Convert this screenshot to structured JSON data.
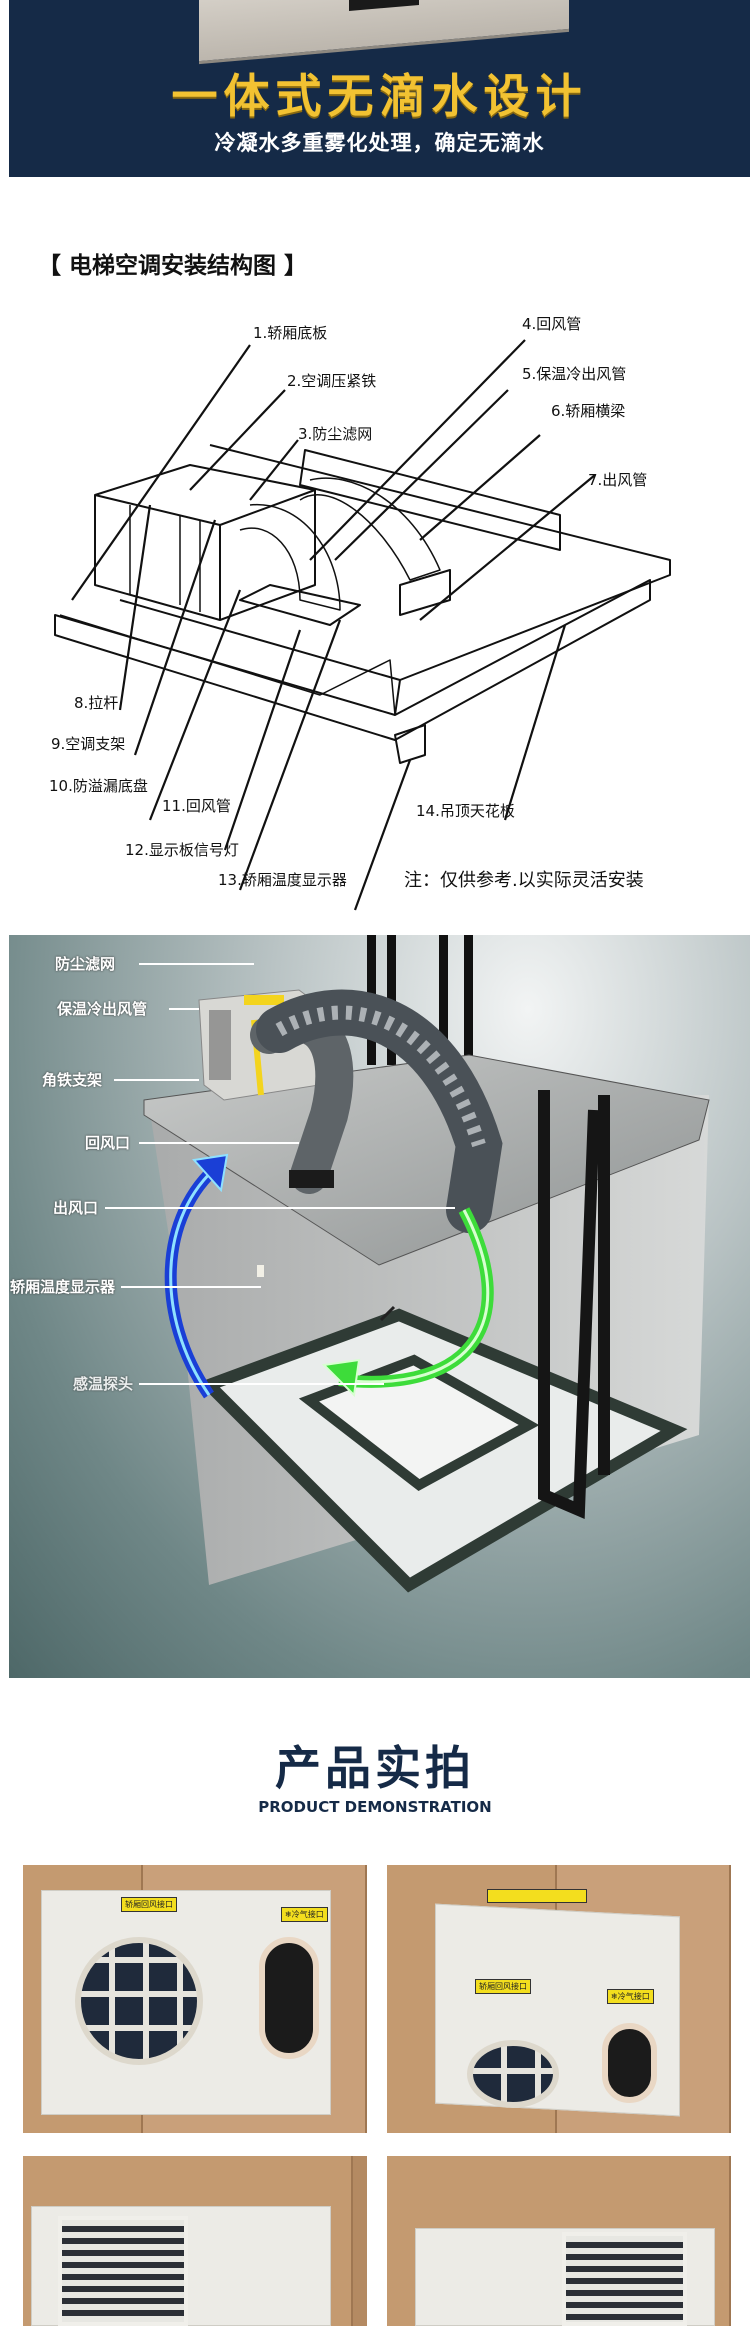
{
  "banner": {
    "title": "一体式无滴水设计",
    "subtitle": "冷凝水多重雾化处理，确定无滴水",
    "colors": {
      "background": "#152a47",
      "title": "#f2c232",
      "subtitle": "#ffffff"
    }
  },
  "diagram": {
    "title": "【 电梯空调安装结构图 】",
    "labels": [
      "1.轿厢底板",
      "2.空调压紧铁",
      "3.防尘滤网",
      "4.回风管",
      "5.保温冷出风管",
      "6.轿厢横梁",
      "7.出风管",
      "8.拉杆",
      "9.空调支架",
      "10.防溢漏底盘",
      "11.回风管",
      "12.显示板信号灯",
      "13.轿厢温度显示器",
      "14.吊顶天花板"
    ],
    "note": "注：仅供参考.以实际灵活安装"
  },
  "scene": {
    "labels": [
      "防尘滤网",
      "保温冷出风管",
      "角铁支架",
      "回风口",
      "出风口",
      "轿厢温度显示器",
      "感温探头"
    ],
    "colors": {
      "return_arrow": "#1a3fd6",
      "supply_arrow": "#3ddc3a"
    }
  },
  "product": {
    "title": "产品实拍",
    "subtitle": "PRODUCT DEMONSTRATION",
    "color": "#152a47",
    "photo_tags": {
      "return_port": "轿厢回风接口",
      "cold_port": "❄冷气接口"
    }
  }
}
